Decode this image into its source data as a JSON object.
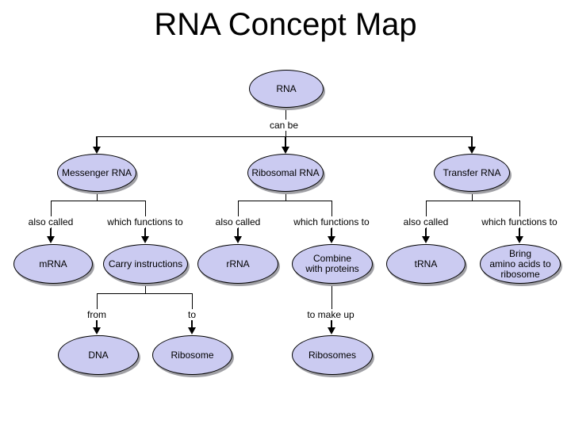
{
  "title": "RNA Concept Map",
  "colors": {
    "background": "#ffffff",
    "node_fill": "#cbcbf1",
    "node_border": "#000000",
    "node_shadow": "#a0a0a5",
    "line": "#000000",
    "text": "#000000"
  },
  "nodes": {
    "rna": {
      "label": "RNA"
    },
    "messenger_rna": {
      "label": "Messenger RNA"
    },
    "ribosomal_rna": {
      "label": "Ribosomal RNA"
    },
    "transfer_rna": {
      "label": "Transfer RNA"
    },
    "mrna": {
      "label": "mRNA"
    },
    "carry_instructions": {
      "label": "Carry instructions"
    },
    "rrna": {
      "label": "rRNA"
    },
    "combine_with_proteins": {
      "label": "Combine\nwith proteins"
    },
    "trna": {
      "label": "tRNA"
    },
    "bring_amino_acids": {
      "label": "Bring\namino acids to\nribosome"
    },
    "dna": {
      "label": "DNA"
    },
    "ribosome": {
      "label": "Ribosome"
    },
    "ribosomes": {
      "label": "Ribosomes"
    }
  },
  "edge_labels": {
    "can_be": "can be",
    "also_called": "also called",
    "which_functions_to": "which functions to",
    "from": "from",
    "to": "to",
    "to_make_up": "to make up"
  },
  "edges": [
    {
      "from": "RNA",
      "label": "can be",
      "to": "Messenger RNA"
    },
    {
      "from": "RNA",
      "label": "can be",
      "to": "Ribosomal RNA"
    },
    {
      "from": "RNA",
      "label": "can be",
      "to": "Transfer RNA"
    },
    {
      "from": "Messenger RNA",
      "label": "also called",
      "to": "mRNA"
    },
    {
      "from": "Messenger RNA",
      "label": "which functions to",
      "to": "Carry instructions"
    },
    {
      "from": "Ribosomal RNA",
      "label": "also called",
      "to": "rRNA"
    },
    {
      "from": "Ribosomal RNA",
      "label": "which functions to",
      "to": "Combine with proteins"
    },
    {
      "from": "Transfer RNA",
      "label": "also called",
      "to": "tRNA"
    },
    {
      "from": "Transfer RNA",
      "label": "which functions to",
      "to": "Bring amino acids to ribosome"
    },
    {
      "from": "Carry instructions",
      "label": "from",
      "to": "DNA"
    },
    {
      "from": "Carry instructions",
      "label": "to",
      "to": "Ribosome"
    },
    {
      "from": "Combine with proteins",
      "label": "to make up",
      "to": "Ribosomes"
    }
  ]
}
